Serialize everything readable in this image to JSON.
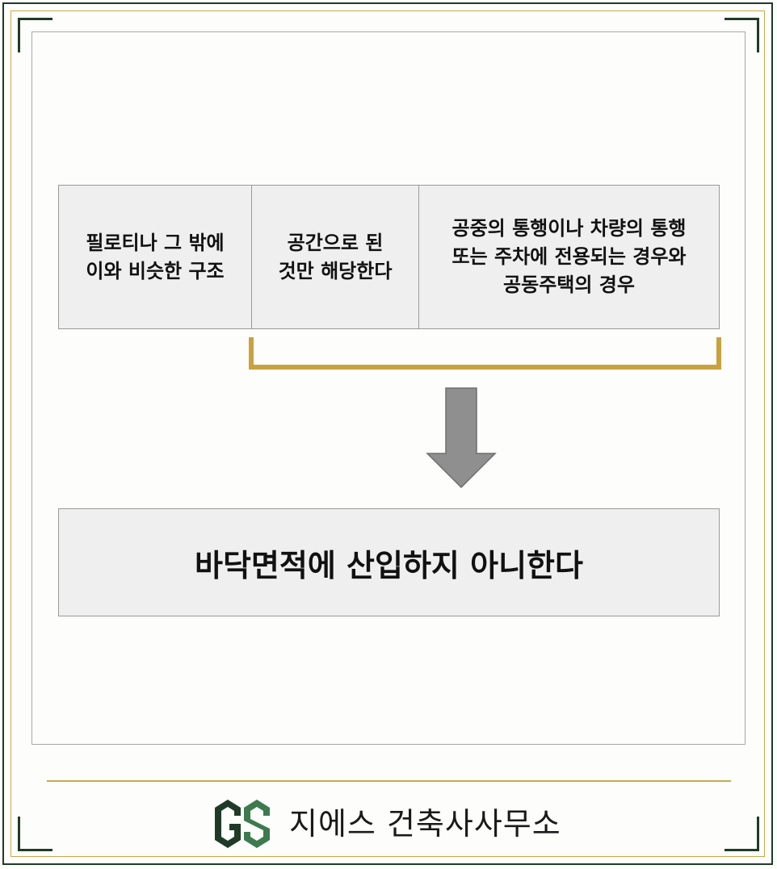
{
  "diagram": {
    "cells": [
      {
        "text": "필로티나 그 밖에\n이와 비슷한 구조"
      },
      {
        "text": "공간으로 된\n것만 해당한다"
      },
      {
        "text": "공중의 통행이나 차량의 통행\n또는 주차에 전용되는 경우와\n공동주택의 경우"
      }
    ],
    "result": "바닥면적에 산입하지 아니한다"
  },
  "footer": {
    "company_name": "지에스 건축사사무소"
  },
  "colors": {
    "frame": "#1f3b27",
    "gold": "#c9a13f",
    "box_fill": "#efefef",
    "arrow": "#8f8f8f",
    "logo_dark": "#1f3b27",
    "logo_light": "#3d7a4d"
  },
  "icons": {
    "arrow": "down-arrow-icon",
    "logo": "gs-logo-icon"
  }
}
